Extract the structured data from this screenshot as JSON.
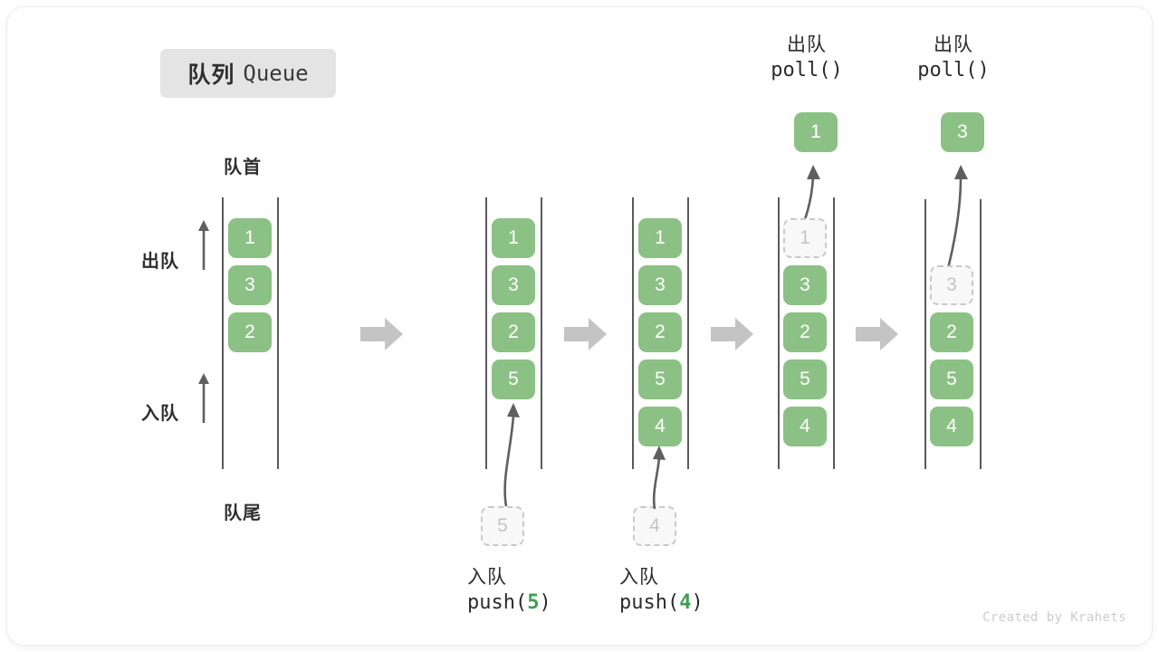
{
  "title": {
    "cn": "队列",
    "en": "Queue"
  },
  "watermark": "Created by Krahets",
  "labels": {
    "head": "队首",
    "tail": "队尾",
    "dequeue": "出队",
    "enqueue": "入队"
  },
  "colors": {
    "cell_fill": "#8cc185",
    "cell_text": "#ffffff",
    "ghost_fill": "#f8f8f8",
    "ghost_border": "#c9c9c9",
    "ghost_text": "#c4c4c4",
    "rail": "#5a5a5a",
    "flow_arrow": "#c4c4c4",
    "curve_arrow": "#5f5f5f",
    "badge_bg": "#e4e4e4",
    "accent_green": "#3f9e53",
    "text": "#2c2c2c"
  },
  "stages": [
    {
      "id": "stage-initial",
      "cells": [
        "1",
        "3",
        "2"
      ],
      "side_labels": {
        "dequeue": "出队",
        "enqueue": "入队"
      },
      "head_label": "队首",
      "tail_label": "队尾"
    },
    {
      "id": "stage-push-5",
      "cells": [
        "1",
        "3",
        "2",
        "5"
      ],
      "ghost_value": "5",
      "op_cn": "入队",
      "op_code_prefix": "push(",
      "op_code_arg": "5",
      "op_code_suffix": ")"
    },
    {
      "id": "stage-push-4",
      "cells": [
        "1",
        "3",
        "2",
        "5",
        "4"
      ],
      "ghost_value": "4",
      "op_cn": "入队",
      "op_code_prefix": "push(",
      "op_code_arg": "4",
      "op_code_suffix": ")"
    },
    {
      "id": "stage-poll-1",
      "ghost_value": "1",
      "cells": [
        "3",
        "2",
        "5",
        "4"
      ],
      "popped_value": "1",
      "op_cn": "出队",
      "op_code_prefix": "poll(",
      "op_code_arg": "",
      "op_code_suffix": ")"
    },
    {
      "id": "stage-poll-3",
      "ghost_value": "3",
      "cells": [
        "2",
        "5",
        "4"
      ],
      "popped_value": "3",
      "op_cn": "出队",
      "op_code_prefix": "poll(",
      "op_code_arg": "",
      "op_code_suffix": ")"
    }
  ],
  "flow_arrows": [
    "flow-arrow-1",
    "flow-arrow-2",
    "flow-arrow-3",
    "flow-arrow-4"
  ]
}
